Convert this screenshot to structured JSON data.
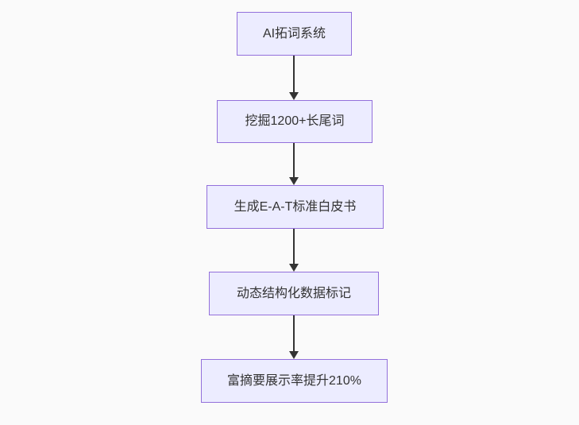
{
  "diagram": {
    "type": "flowchart",
    "direction": "top-to-bottom",
    "nodes": [
      {
        "id": "n1",
        "label": "AI拓词系统"
      },
      {
        "id": "n2",
        "label": "挖掘1200+长尾词"
      },
      {
        "id": "n3",
        "label": "生成E-A-T标准白皮书"
      },
      {
        "id": "n4",
        "label": "动态结构化数据标记"
      },
      {
        "id": "n5",
        "label": "富摘要展示率提升210%"
      }
    ],
    "edges": [
      {
        "from": "n1",
        "to": "n2"
      },
      {
        "from": "n2",
        "to": "n3"
      },
      {
        "from": "n3",
        "to": "n4"
      },
      {
        "from": "n4",
        "to": "n5"
      }
    ]
  },
  "colors": {
    "background": "#fafafa",
    "node_fill": "#ececff",
    "node_border": "#9370db",
    "node_text": "#333333",
    "edge": "#333333"
  }
}
